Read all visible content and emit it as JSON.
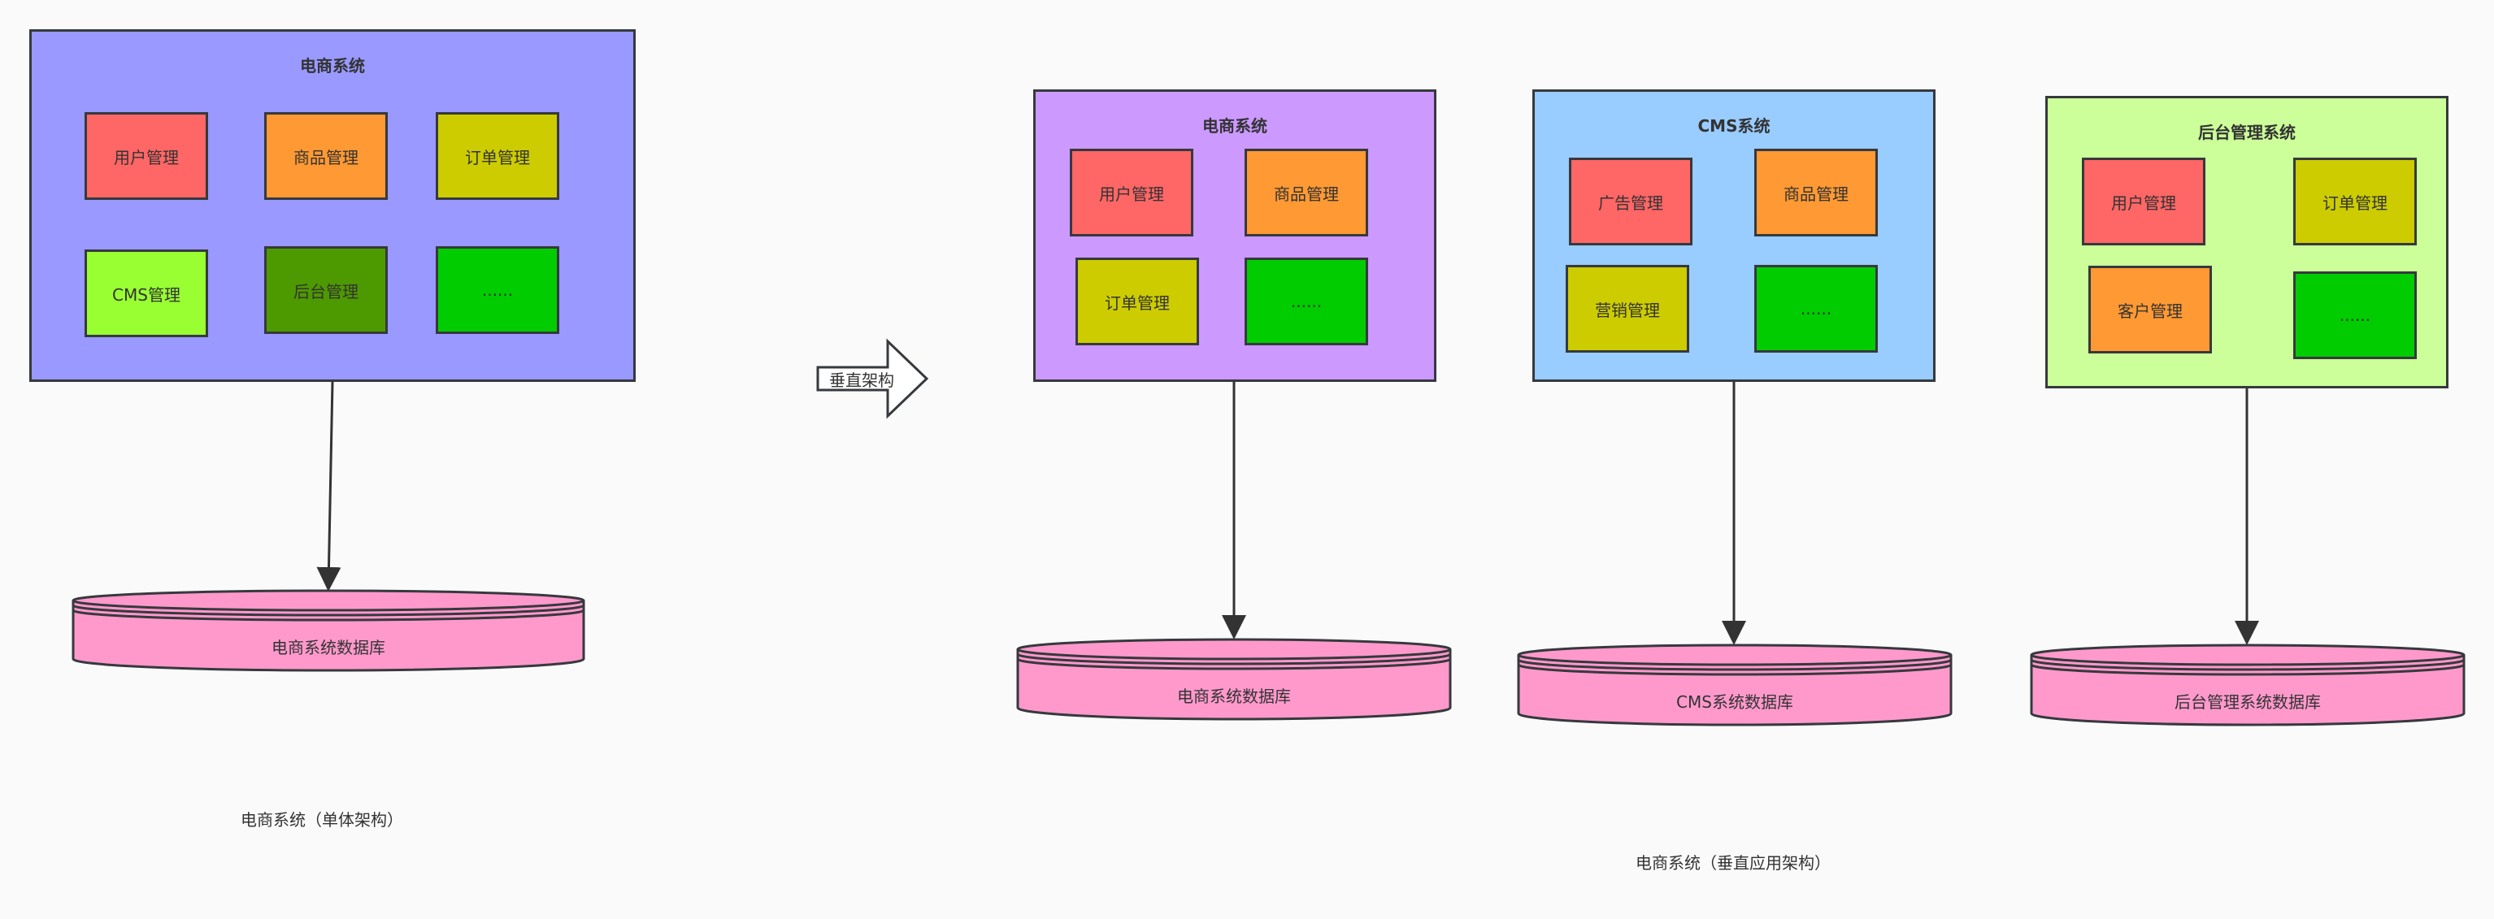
{
  "left": {
    "system": {
      "title": "电商系统",
      "modules": [
        "用户管理",
        "商品管理",
        "订单管理",
        "CMS管理",
        "后台管理",
        "......"
      ]
    },
    "database": "电商系统数据库",
    "caption": "电商系统（单体架构）"
  },
  "transition": {
    "label": "垂直架构"
  },
  "right": {
    "systems": [
      {
        "title": "电商系统",
        "modules": [
          "用户管理",
          "商品管理",
          "订单管理",
          "......"
        ],
        "database": "电商系统数据库"
      },
      {
        "title": "CMS系统",
        "modules": [
          "广告管理",
          "商品管理",
          "营销管理",
          "......"
        ],
        "database": "CMS系统数据库"
      },
      {
        "title": "后台管理系统",
        "modules": [
          "用户管理",
          "订单管理",
          "客户管理",
          "......"
        ],
        "database": "后台管理系统数据库"
      }
    ],
    "caption": "电商系统（垂直应用架构）"
  },
  "colors": {
    "border": "#36393d",
    "monolith_bg": "#9999ff",
    "shop_bg": "#cc99ff",
    "cms_bg": "#99ccff",
    "admin_bg": "#ccff99",
    "red": "#ff6666",
    "orange": "#ff9933",
    "olive": "#cccc00",
    "lime": "#99ff33",
    "darkgreen": "#4d9900",
    "green": "#00cc00",
    "db_fill": "#ff99cc"
  }
}
